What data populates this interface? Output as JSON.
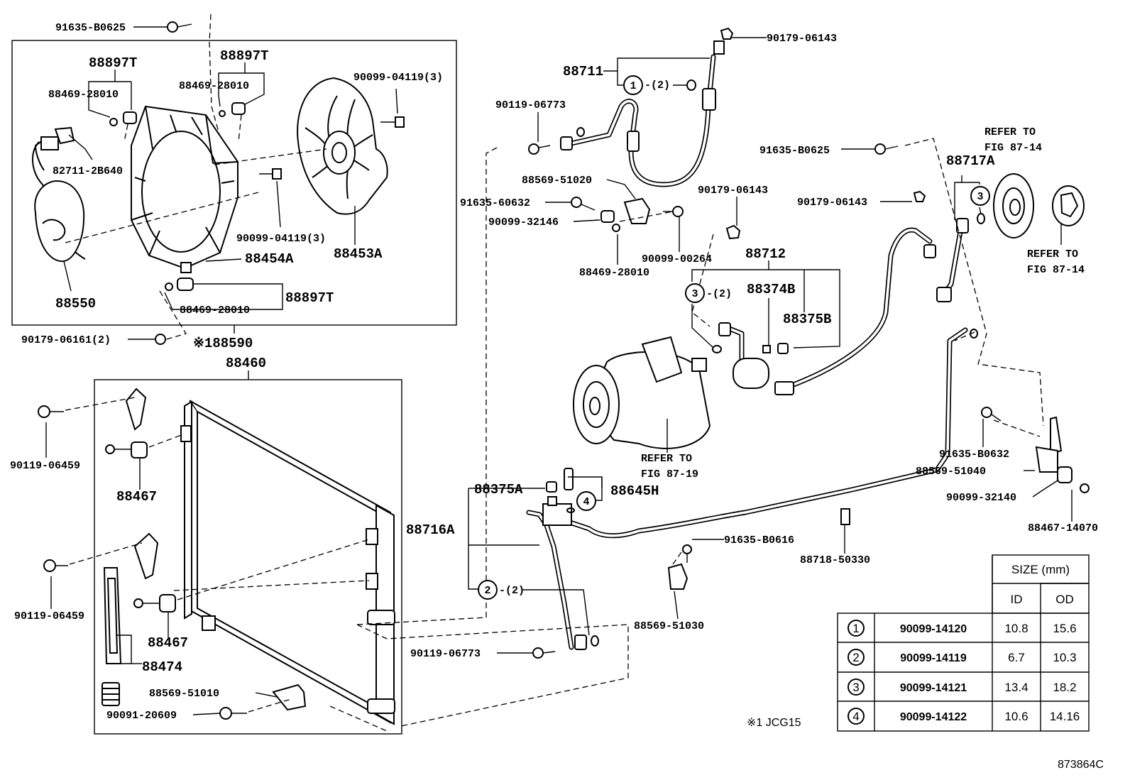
{
  "labels": {
    "p91635_b0625_a": "91635-B0625",
    "p88897t_a": "88897T",
    "p88897t_b": "88897T",
    "p88897t_c": "88897T",
    "p88469_28010_a": "88469-28010",
    "p88469_28010_b": "88469-28010",
    "p88469_28010_c": "88469-28010",
    "p88469_28010_d": "88469-28010",
    "p90099_04119_3a": "90099-04119(3)",
    "p90099_04119_3b": "90099-04119(3)",
    "p82711_2b640": "82711-2B640",
    "p88454a": "88454A",
    "p88453a": "88453A",
    "p88550": "88550",
    "p90179_06161_2": "90179-06161(2)",
    "p88590": "※188590",
    "p88460": "88460",
    "p90119_06459_a": "90119-06459",
    "p90119_06459_b": "90119-06459",
    "p88467_a": "88467",
    "p88467_b": "88467",
    "p88474": "88474",
    "p88569_51010": "88569-51010",
    "p90091_20609": "90091-20609",
    "p90179_06143_a": "90179-06143",
    "p90179_06143_b": "90179-06143",
    "p90179_06143_c": "90179-06143",
    "p88711": "88711",
    "p90119_06773_a": "90119-06773",
    "p90119_06773_b": "90119-06773",
    "p91635_b0625_b": "91635-B0625",
    "p88569_51020": "88569-51020",
    "p91635_60632": "91635-60632",
    "p90099_32146": "90099-32146",
    "p90099_00264": "90099-00264",
    "p88712": "88712",
    "p88374b": "88374B",
    "p88375b": "88375B",
    "p88717a": "88717A",
    "p88375a": "88375A",
    "p88645h": "88645H",
    "p88716a": "88716A",
    "p91635_b0616": "91635-B0616",
    "p88718_50330": "88718-50330",
    "p88569_51030": "88569-51030",
    "p91635_b0632": "91635-B0632",
    "p88569_51040": "88569-51040",
    "p90099_32140": "90099-32140",
    "p88467_14070": "88467-14070",
    "qty2": "-(2)",
    "ref_87_14_a1": "REFER TO",
    "ref_87_14_a2": "FIG 87-14",
    "ref_87_14_b1": "REFER TO",
    "ref_87_14_b2": "FIG 87-14",
    "ref_87_19_1": "REFER TO",
    "ref_87_19_2": "FIG 87-19"
  },
  "circles": [
    "1",
    "2",
    "3",
    "4"
  ],
  "size_table": {
    "title": "SIZE (mm)",
    "col_id": "ID",
    "col_od": "OD",
    "rows": [
      {
        "mark": "1",
        "part": "90099-14120",
        "id": "10.8",
        "od": "15.6"
      },
      {
        "mark": "2",
        "part": "90099-14119",
        "id": "6.7",
        "od": "10.3"
      },
      {
        "mark": "3",
        "part": "90099-14121",
        "id": "13.4",
        "od": "18.2"
      },
      {
        "mark": "4",
        "part": "90099-14122",
        "id": "10.6",
        "od": "14.16"
      }
    ]
  },
  "footnote": "※1 JCG15",
  "figure_code": "873864C"
}
